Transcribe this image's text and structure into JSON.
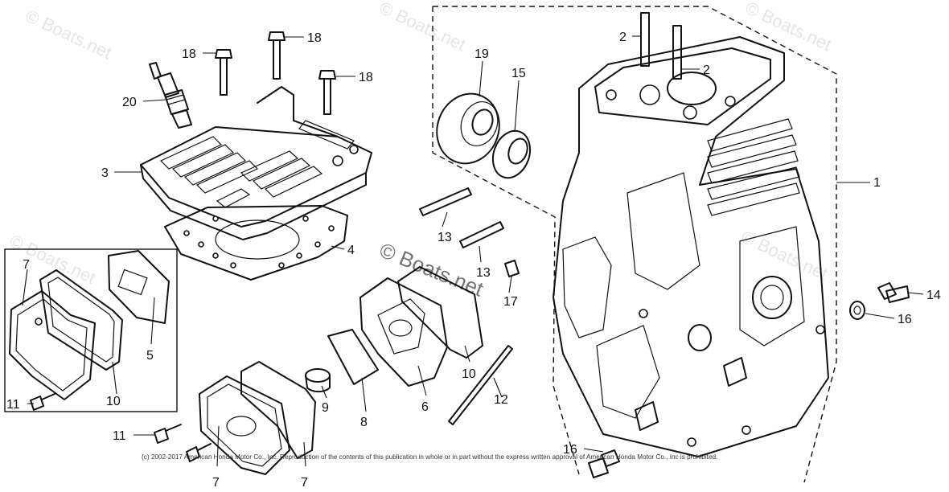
{
  "watermarks": {
    "main": "© Boats.net",
    "faded": "© Boats.net",
    "small_center": "Boats.net"
  },
  "copyright": "(c) 2002-2017 American Honda Motor Co., Inc. Reproduction of the contents of this publication in whole or in part without the express written approval of American Honda Motor Co., Inc is prohibited.",
  "callouts": {
    "p1": "1",
    "p2a": "2",
    "p2b": "2",
    "p3": "3",
    "p4": "4",
    "p5": "5",
    "p6": "6",
    "p7a": "7",
    "p7b": "7",
    "p7c": "7",
    "p8": "8",
    "p9": "9",
    "p10a": "10",
    "p10b": "10",
    "p11a": "11",
    "p11b": "11",
    "p12": "12",
    "p13a": "13",
    "p13b": "13",
    "p14": "14",
    "p15": "15",
    "p16a": "16",
    "p16b": "16",
    "p17": "17",
    "p18a": "18",
    "p18b": "18",
    "p18c": "18",
    "p19": "19",
    "p20": "20"
  }
}
